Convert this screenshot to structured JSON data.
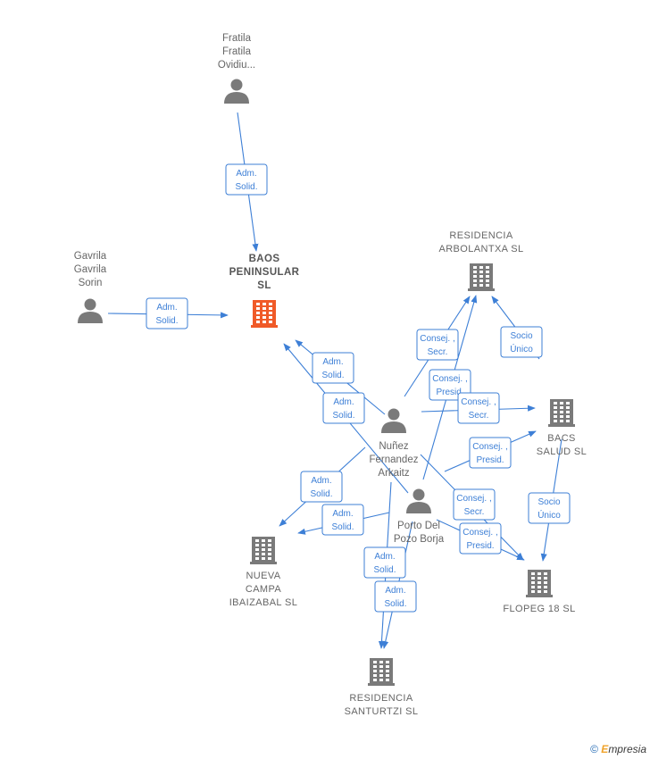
{
  "nodes": {
    "fratila": {
      "type": "person",
      "lines": [
        "Fratila",
        "Fratila",
        "Ovidiu..."
      ]
    },
    "baos": {
      "type": "company",
      "focus": true,
      "lines": [
        "BAOS",
        "PENINSULAR",
        "SL"
      ]
    },
    "gavrila": {
      "type": "person",
      "lines": [
        "Gavrila",
        "Gavrila",
        "Sorin"
      ]
    },
    "res_arbolantxa": {
      "type": "company",
      "lines": [
        "RESIDENCIA",
        "ARBOLANTXA SL"
      ]
    },
    "nunez": {
      "type": "person",
      "lines": [
        "Nuñez",
        "Fernandez",
        "Arkaitz"
      ]
    },
    "bacs": {
      "type": "company",
      "lines": [
        "BACS",
        "SALUD  SL"
      ]
    },
    "porto": {
      "type": "person",
      "lines": [
        "Porto Del",
        "Pozo Borja"
      ]
    },
    "nueva": {
      "type": "company",
      "lines": [
        "NUEVA",
        "CAMPA",
        "IBAIZABAL  SL"
      ]
    },
    "flopeg": {
      "type": "company",
      "lines": [
        "FLOPEG 18  SL"
      ]
    },
    "res_santurtzi": {
      "type": "company",
      "lines": [
        "RESIDENCIA",
        "SANTURTZI  SL"
      ]
    }
  },
  "edges": [
    {
      "from": "fratila",
      "to": "baos",
      "label": [
        "Adm.",
        "Solid."
      ]
    },
    {
      "from": "gavrila",
      "to": "baos",
      "label": [
        "Adm.",
        "Solid."
      ]
    },
    {
      "from": "nunez",
      "to": "baos",
      "label": [
        "Adm.",
        "Solid."
      ]
    },
    {
      "from": "porto",
      "to": "baos",
      "label": [
        "Adm.",
        "Solid."
      ]
    },
    {
      "from": "nunez",
      "to": "res_arbolantxa",
      "label": [
        "Consej. ,",
        "Secr."
      ]
    },
    {
      "from": "porto",
      "to": "res_arbolantxa",
      "label": [
        "Consej. ,",
        "Presid."
      ]
    },
    {
      "from": "bacs",
      "to": "res_arbolantxa",
      "label": [
        "Socio",
        "Único"
      ]
    },
    {
      "from": "nunez",
      "to": "bacs",
      "label": [
        "Consej. ,",
        "Secr."
      ]
    },
    {
      "from": "porto",
      "to": "bacs",
      "label": [
        "Consej. ,",
        "Presid."
      ]
    },
    {
      "from": "nunez",
      "to": "nueva",
      "label": [
        "Adm.",
        "Solid."
      ]
    },
    {
      "from": "porto",
      "to": "nueva",
      "label": [
        "Adm.",
        "Solid."
      ]
    },
    {
      "from": "nunez",
      "to": "flopeg",
      "label": [
        "Consej. ,",
        "Secr."
      ]
    },
    {
      "from": "porto",
      "to": "flopeg",
      "label": [
        "Consej. ,",
        "Presid."
      ]
    },
    {
      "from": "bacs",
      "to": "flopeg",
      "label": [
        "Socio",
        "Único"
      ]
    },
    {
      "from": "nunez",
      "to": "res_santurtzi",
      "label": [
        "Adm.",
        "Solid."
      ]
    },
    {
      "from": "porto",
      "to": "res_santurtzi",
      "label": [
        "Adm.",
        "Solid."
      ]
    }
  ],
  "colors": {
    "edge": "#3d7fd6",
    "person_icon": "#7a7a7a",
    "company_icon": "#7a7a7a",
    "focus_company_icon": "#f05a28"
  },
  "icons": {
    "person": "person-icon",
    "company": "building-icon"
  },
  "footer": {
    "copyright_symbol": "©",
    "brand_first": "E",
    "brand_rest": "mpresia"
  }
}
